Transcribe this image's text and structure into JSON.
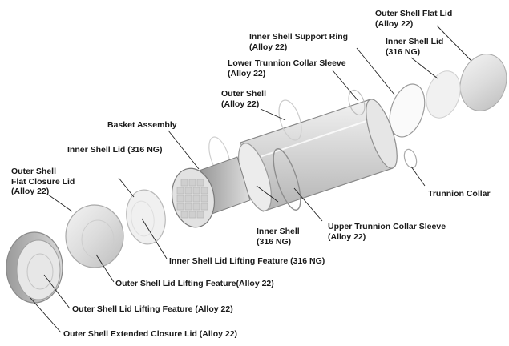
{
  "labels": {
    "outer_shell_flat_lid": {
      "line1": "Outer Shell Flat Lid",
      "line2": "(Alloy 22)"
    },
    "inner_shell_support_ring": {
      "line1": "Inner Shell Support Ring",
      "line2": "(Alloy 22)"
    },
    "inner_shell_lid_right": {
      "line1": "Inner Shell Lid",
      "line2": "(316 NG)"
    },
    "lower_trunnion_collar_sleeve": {
      "line1": "Lower Trunnion Collar Sleeve",
      "line2": "(Alloy 22)"
    },
    "outer_shell": {
      "line1": "Outer Shell",
      "line2": "(Alloy 22)"
    },
    "basket_assembly": {
      "line1": "Basket Assembly"
    },
    "inner_shell_lid_left": {
      "line1": "Inner Shell Lid (316 NG)"
    },
    "outer_shell_flat_closure_lid": {
      "line1": "Outer Shell",
      "line2": "Flat Closure Lid",
      "line3": "(Alloy 22)"
    },
    "trunnion_collar": {
      "line1": "Trunnion Collar"
    },
    "inner_shell": {
      "line1": "Inner Shell",
      "line2": "(316 NG)"
    },
    "upper_trunnion_collar_sleeve": {
      "line1": "Upper Trunnion Collar Sleeve",
      "line2": "(Alloy 22)"
    },
    "inner_shell_lid_lifting_feature": {
      "line1": "Inner Shell Lid Lifting Feature (316 NG)"
    },
    "outer_shell_lid_lifting_feature_a": {
      "line1": "Outer Shell Lid Lifting Feature(Alloy 22)"
    },
    "outer_shell_lid_lifting_feature_b": {
      "line1": "Outer Shell Lid Lifting Feature (Alloy 22)"
    },
    "outer_shell_extended_closure_lid": {
      "line1": "Outer Shell Extended Closure Lid (Alloy 22)"
    }
  }
}
